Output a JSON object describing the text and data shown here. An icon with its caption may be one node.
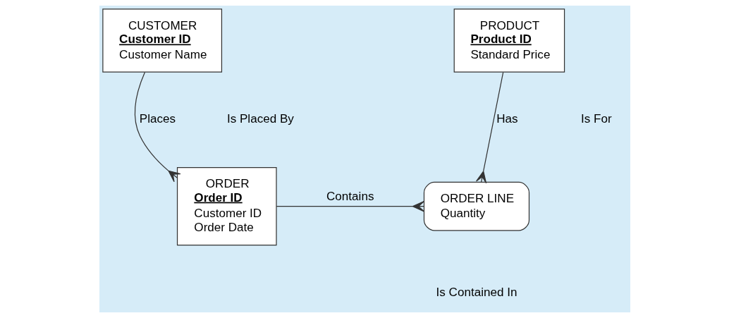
{
  "diagram": {
    "nodes": [
      {
        "text": [
          "CUSTOMER",
          "Customer ID",
          "Customer Name"
        ]
      },
      {
        "text": [
          "PRODUCT",
          "Product ID",
          "Standard Price"
        ]
      },
      {
        "text": [
          "ORDER",
          "Order ID",
          "Customer ID",
          "Order Date"
        ]
      },
      {
        "text": [
          "ORDER LINE",
          "Quantity"
        ]
      }
    ],
    "edges": [
      {
        "from": 0,
        "to": 2,
        "arrow": "other",
        "label": "Places"
      },
      {
        "from": 2,
        "to": 3,
        "arrow": "other",
        "label": "Contains"
      },
      {
        "from": 1,
        "to": 3,
        "arrow": "other",
        "label": "Has"
      }
    ],
    "labels": [
      "Is Placed By",
      "Is Contained In",
      "Is For"
    ]
  }
}
